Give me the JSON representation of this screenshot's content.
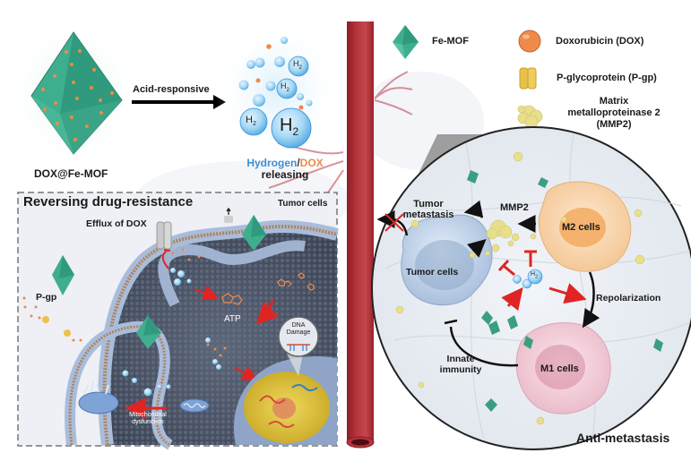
{
  "top": {
    "mof_label": "DOX@Fe-MOF",
    "arrow_label": "Acid-responsive",
    "release_label_part1": "Hydrogen",
    "release_label_sep": "/",
    "release_label_part2": "DOX",
    "release_label_line2": "releasing",
    "h2_glyph": "H",
    "h2_sub": "2"
  },
  "legend": {
    "items": [
      {
        "icon": "fe-mof-octahedron-icon",
        "label": "Fe-MOF"
      },
      {
        "icon": "doxorubicin-sphere-icon",
        "label": "Doxorubicin (DOX)"
      },
      {
        "icon": "p-glycoprotein-icon",
        "label": "P-glycoprotein (P-gp)"
      },
      {
        "icon": "mmp2-cluster-icon",
        "label_lines": [
          "Matrix",
          "metalloproteinase 2",
          "(MMP2)"
        ]
      }
    ]
  },
  "left_panel": {
    "title": "Reversing drug-resistance",
    "efflux_label": "Efflux of DOX",
    "tumor_cells_label": "Tumor cells",
    "pgp_label": "P-gp",
    "atp_label": "ATP",
    "dna_damage_lines": [
      "DNA",
      "Damage"
    ],
    "mito_lines": [
      "Mitochondrial",
      "dysfunction"
    ]
  },
  "right_panel": {
    "tumor_metastasis_lines": [
      "Tumor",
      "metastasis"
    ],
    "mmp2_label": "MMP2",
    "m2_label": "M2 cells",
    "tumor_cells_label": "Tumor cells",
    "repolarization_label": "Repolarization",
    "m1_label": "M1 cells",
    "innate_lines": [
      "Innate",
      "immunity"
    ],
    "footer_label": "Anti-metastasis"
  },
  "colors": {
    "mof_green": "#3fae8f",
    "dox_orange": "#ef8a4a",
    "hydrogen_blue": "#3b8fd6",
    "vessel_red": "#a8262f",
    "inhibit_red": "#e02424",
    "pgp_yellow": "#e9c14a",
    "mmp2_yellow": "#e8df8c"
  }
}
